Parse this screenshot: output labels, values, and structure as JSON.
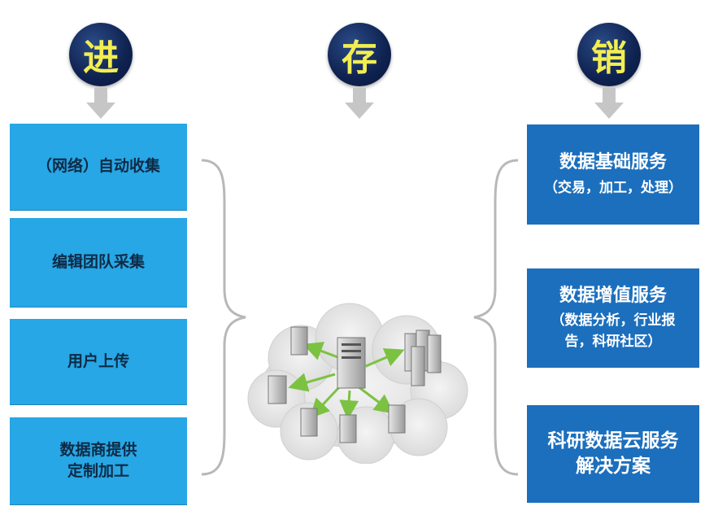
{
  "stages": {
    "in": "进",
    "store": "存",
    "sell": "销"
  },
  "left_boxes": [
    {
      "line1": "（网络）自动收集",
      "line2": ""
    },
    {
      "line1": "编辑团队采集",
      "line2": ""
    },
    {
      "line1": "用户上传",
      "line2": ""
    },
    {
      "line1": "数据商提供",
      "line2": "定制加工"
    }
  ],
  "right_boxes": [
    {
      "title": "数据基础服务",
      "sub1": "（交易，加工，处理）",
      "sub2": ""
    },
    {
      "title": "数据增值服务",
      "sub1": "（数据分析，行业报",
      "sub2": "告，科研社区）"
    },
    {
      "title": "科研数据云服务",
      "sub1": "解决方案",
      "sub2": ""
    }
  ],
  "colors": {
    "stage_circle": "#0f2250",
    "stage_text": "#f2ee52",
    "left_box": "#27a7e5",
    "right_box": "#1c6fbd",
    "arrow": "#c6c6c6",
    "network_arrow": "#7cc242"
  },
  "icons": [
    "down-arrow-icon",
    "left-brace-icon",
    "right-brace-icon",
    "cloud-icon",
    "server-icon"
  ]
}
